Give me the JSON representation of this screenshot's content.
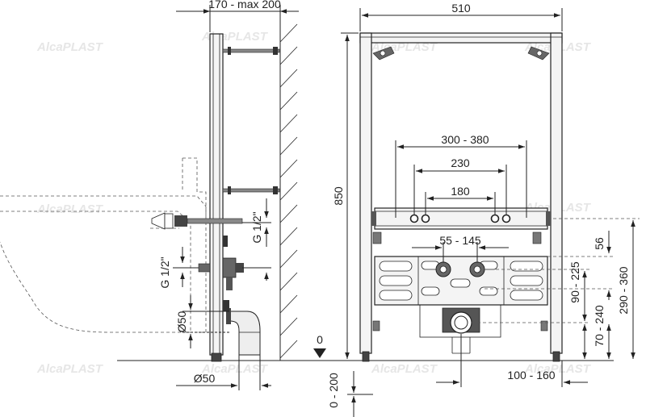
{
  "watermark": "AlcaPLAST",
  "side_view": {
    "depth_label": "170 - max 200",
    "thread_upper_label": "G 1/2\"",
    "thread_lower_label": "G 1/2\"",
    "drain_vertical_label": "Ø50",
    "drain_bottom_label": "Ø50"
  },
  "front_view": {
    "width_label": "510",
    "height_label": "850",
    "span_outer_label": "300 - 380",
    "span_middle_label": "230",
    "span_inner_label": "180",
    "inlet_spacing_label": "55 - 145",
    "floor_zero_label": "0",
    "floor_adjust_label": "0 - 200",
    "drain_offset_label": "100 - 160",
    "dim_56_label": "56",
    "dim_90_225_label": "90 - 225",
    "dim_70_240_label": "70 - 240",
    "dim_290_360_label": "290 - 360"
  }
}
